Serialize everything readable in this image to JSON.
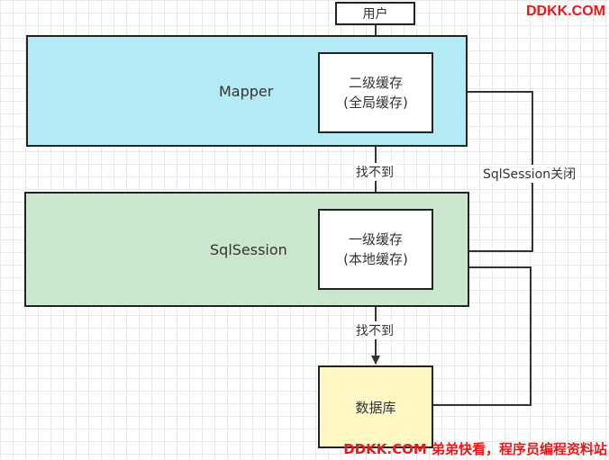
{
  "diagram": {
    "user": "用户",
    "mapper": {
      "label": "Mapper",
      "cache_line1": "二级缓存",
      "cache_line2": "(全局缓存)"
    },
    "sqlsession": {
      "label": "SqlSession",
      "cache_line1": "一级缓存",
      "cache_line2": "(本地缓存)"
    },
    "database": "数据库",
    "edges": {
      "not_found_1": "找不到",
      "not_found_2": "找不到",
      "session_close": "SqlSession关闭"
    }
  },
  "watermark": {
    "top": "DDKK.COM",
    "bottom": "DDKK.COM 弟弟快看，程序员编程资料站"
  },
  "colors": {
    "mapper_bg": "#b4eaf4",
    "sqlsession_bg": "#cae6cc",
    "database_bg": "#fff8c4",
    "watermark": "#e8181b"
  }
}
